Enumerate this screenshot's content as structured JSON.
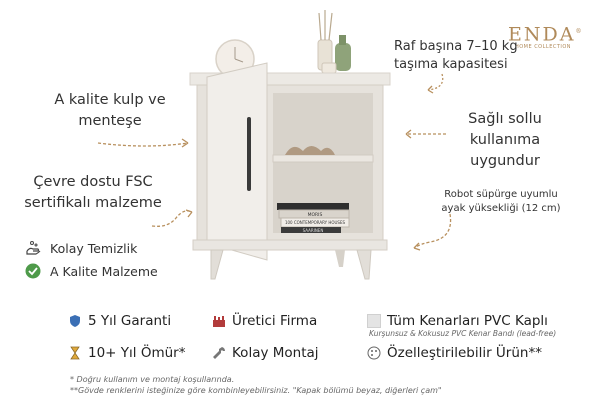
{
  "logo": {
    "main": "ENDA",
    "sub": "HOME COLLECTION",
    "mark": "®"
  },
  "callouts": {
    "top_right_line1": "Raf başına 7–10 kg",
    "top_right_line2": "taşıma kapasitesi",
    "left_top_line1": "A kalite kulp ve",
    "left_top_line2": "menteşe",
    "right_mid_line1": "Sağlı sollu",
    "right_mid_line2": "kullanıma",
    "right_mid_line3": "uygundur",
    "left_mid_line1": "Çevre dostu FSC",
    "left_mid_line2": "sertifikalı malzeme",
    "right_low_line1": "Robot süpürge uyumlu",
    "right_low_line2": "ayak yüksekliği (12 cm)"
  },
  "features_left": [
    {
      "icon": "hand-wash-icon",
      "label": "Kolay Temizlik"
    },
    {
      "icon": "quality-badge-icon",
      "label": "A Kalite Malzeme"
    }
  ],
  "bottom_features": {
    "warranty": "5 Yıl Garanti",
    "manufacturer": "Üretici Firma",
    "pvc": "Tüm Kenarları PVC Kaplı",
    "pvc_sub": "Kurşunsuz & Kokusuz PVC Kenar Bandı (lead-free)",
    "lifetime": "10+ Yıl Ömür*",
    "assembly": "Kolay Montaj",
    "custom": "Özelleştirilebilir Ürün**"
  },
  "footnotes": {
    "line1": "* Doğru kullanım ve montaj koşullarında.",
    "line2": "**Gövde renklerini isteğinize göre kombinleyebilirsiniz. \"Kapak bölümü beyaz, diğerleri çam\""
  },
  "books": {
    "top": "MORIS",
    "mid": "100 CONTEMPORARY HOUSES",
    "bottom": "SAARINEN"
  },
  "colors": {
    "accent": "#b08a5a",
    "cabinet": "#e9e6e1",
    "shadow": "#cfcac3"
  }
}
